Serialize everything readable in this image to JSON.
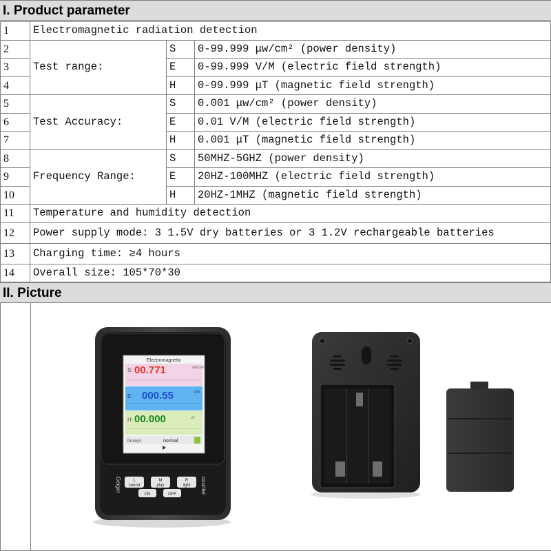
{
  "section1_title": "I. Product parameter",
  "section2_title": "II. Picture",
  "rows": {
    "r1": {
      "no": "1",
      "text": "Electromagnetic radiation detection"
    },
    "r2": {
      "no": "2",
      "code": "S",
      "text": "0-99.999 μw/cm² (power density)"
    },
    "r3": {
      "no": "3",
      "code": "E",
      "text": "0-99.999 V/M (electric field strength)"
    },
    "r4": {
      "no": "4",
      "code": "H",
      "text": "0-99.999 μT (magnetic field strength)"
    },
    "r5": {
      "no": "5",
      "code": "S",
      "text": "0.001 μw/cm² (power density)"
    },
    "r6": {
      "no": "6",
      "code": "E",
      "text": "0.01 V/M (electric field strength)"
    },
    "r7": {
      "no": "7",
      "code": "H",
      "text": "0.001 μT (magnetic field strength)"
    },
    "r8": {
      "no": "8",
      "code": "S",
      "text": "50MHZ-5GHZ (power density)"
    },
    "r9": {
      "no": "9",
      "code": "E",
      "text": "20HZ-100MHZ (electric field strength)"
    },
    "r10": {
      "no": "10",
      "code": "H",
      "text": "20HZ-1MHZ (magnetic field strength)"
    },
    "r11": {
      "no": "11",
      "text": "Temperature and humidity detection"
    },
    "r12": {
      "no": "12",
      "text": "Power supply mode: 3 1.5V dry batteries or 3 1.2V rechargeable batteries"
    },
    "r13": {
      "no": "13",
      "text": "Charging time: ≥4 hours"
    },
    "r14": {
      "no": "14",
      "text": "Overall size: 105*70*30"
    }
  },
  "groups": {
    "test_range": "Test range:",
    "test_accuracy": "Test Accuracy:",
    "frequency_range": "Frequency Range:"
  },
  "device": {
    "screen_title": "Electromagnetic",
    "s_label": "S:",
    "s_value": "00.771",
    "s_unit": "uW/cm²",
    "e_label": "E:",
    "e_value": "000.55",
    "e_unit": "V/M",
    "h_label": "H:",
    "h_value": "00.000",
    "h_unit": "uT",
    "prompt_label": "Prompt:",
    "prompt_value": "normal",
    "btn_l": "L",
    "btn_l_sub": "sound",
    "btn_m": "M",
    "btn_m_sub": "play",
    "btn_r": "R",
    "btn_r_sub": "light",
    "btn_on": "ON",
    "btn_off": "OFF",
    "side_left": "Geiger",
    "side_right": "counter"
  },
  "colors": {
    "s_value": "#e8312a",
    "e_value": "#1f4fd0",
    "h_value": "#1a8a1a",
    "s_band": "#f3d3e6",
    "e_band": "#5fb3f0",
    "h_band": "#d9ecb9"
  }
}
